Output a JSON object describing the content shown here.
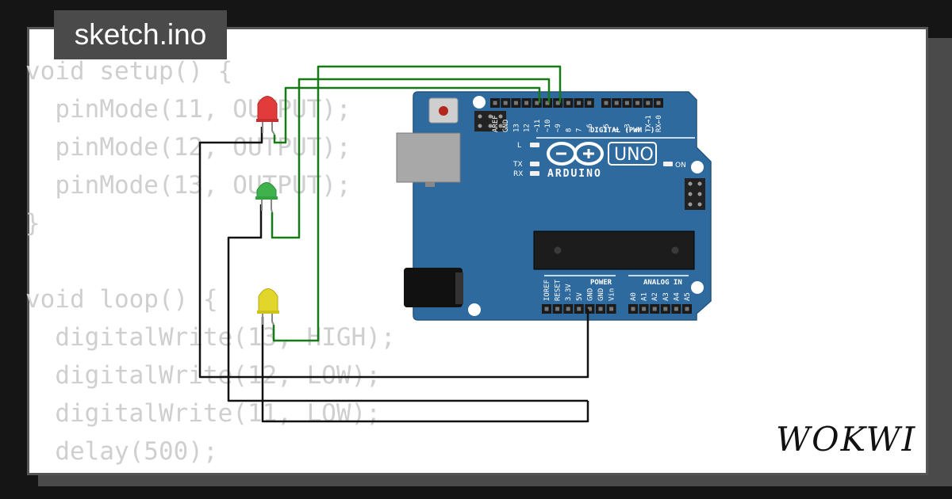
{
  "file_tab": {
    "filename": "sketch.ino"
  },
  "code_lines": [
    "void setup() {",
    "  pinMode(11, OUTPUT);",
    "  pinMode(12, OUTPUT);",
    "  pinMode(13, OUTPUT);",
    "}",
    "",
    "void loop() {",
    "  digitalWrite(13, HIGH);",
    "  digitalWrite(12, LOW);",
    "  digitalWrite(11, LOW);",
    "  delay(500);"
  ],
  "board": {
    "model": "UNO",
    "brand": "ARDUINO",
    "on_label": "ON",
    "led_labels": {
      "l": "L",
      "tx": "TX",
      "rx": "RX"
    },
    "digital_label": "DIGITAL (PWM ~)",
    "digital_pins": [
      "AREF",
      "GND",
      "13",
      "12",
      "~11",
      "~10",
      "~9",
      "8",
      "7",
      "~6",
      "~5",
      "4",
      "~3",
      "2",
      "TX→1",
      "RX←0"
    ],
    "power_label": "POWER",
    "power_pins": [
      "IOREF",
      "RESET",
      "3.3V",
      "5V",
      "GND",
      "GND",
      "Vin"
    ],
    "analog_label": "ANALOG IN",
    "analog_pins": [
      "A0",
      "A1",
      "A2",
      "A3",
      "A4",
      "A5"
    ]
  },
  "leds": [
    {
      "name": "red",
      "color": "#e23b3b"
    },
    {
      "name": "green",
      "color": "#3fb24c"
    },
    {
      "name": "yellow",
      "color": "#e3d62b"
    }
  ],
  "colors": {
    "board": "#2f6a9f",
    "signal_wire": "#177a17",
    "ground_wire": "#111111"
  },
  "brand_logo": "WOKWI"
}
